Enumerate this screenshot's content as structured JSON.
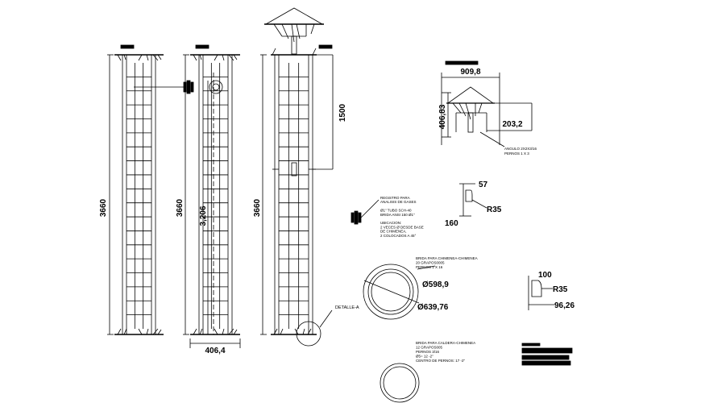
{
  "dims": {
    "h1": "3660",
    "h2": "3660",
    "h2b": "3,206",
    "h3": "3660",
    "h3b": "1500",
    "w_base": "406,4",
    "cap_w": "909,8",
    "cap_h": "406,83",
    "cap_arm": "203,2",
    "d57": "57",
    "r35a": "R35",
    "d160": "160",
    "d100": "100",
    "r35b": "R35",
    "d9626": "96,26",
    "dia1": "Ø598,9",
    "dia2": "Ø639,76"
  },
  "notes": {
    "angle": [
      "ANGULO 2X2X3/16",
      "PERNOS 1 X 3"
    ],
    "registro": [
      "REGISTRO PARA",
      "ANALISIS DE GASES",
      "",
      "Ø1\" TUBO SCH-40",
      "BRIDA ANSI 150 Ø1\"",
      "",
      "UBICACION:",
      "2 VECES Ø DESDE BASE",
      "DE CHIMENEA,",
      "2 COLOCADOS A 45°"
    ],
    "brida1": [
      "BRIDA PARA CHIMENEA-CHIMENEA",
      "20 GRAPOS0005",
      "PERNOS 1 X 16"
    ],
    "brida2": [
      "BRIDA PARA CALDERA-CHIMENEA",
      "12 GRAPOS005",
      "PERNOS 3/16",
      "Ø5= 12 -2\"",
      "CENTRO DE PERNOS: 17 -2\""
    ],
    "detalle": "DETALLE-A"
  }
}
